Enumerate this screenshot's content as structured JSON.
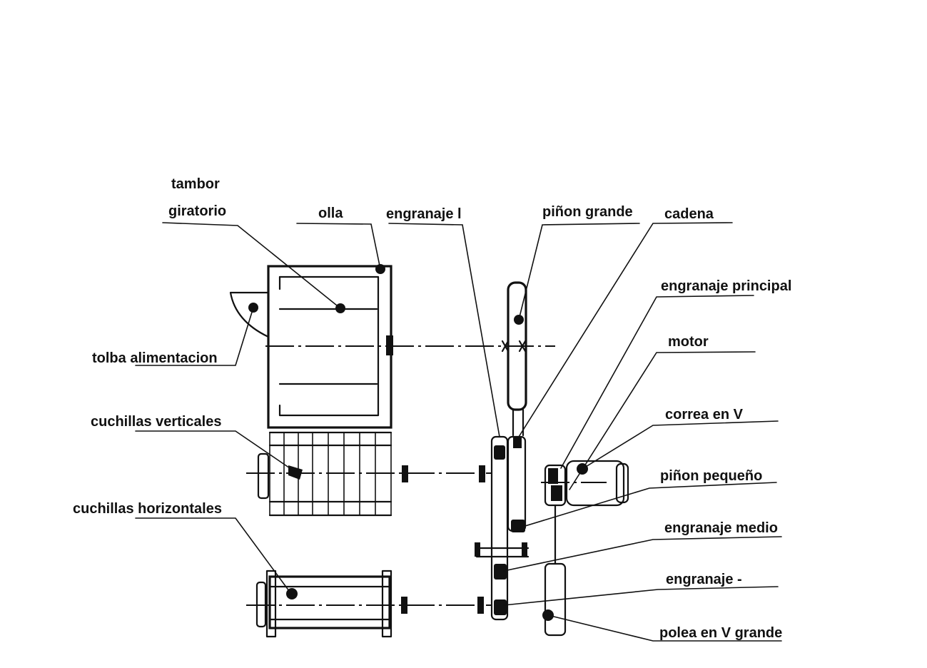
{
  "labels": {
    "tambor": "tambor",
    "giratorio": "giratorio",
    "olla": "olla",
    "engranaje_i": "engranaje l",
    "pinon_grande": "piñon grande",
    "cadena": "cadena",
    "engranaje_principal": "engranaje principal",
    "motor": "motor",
    "correa_v": "correa en V",
    "pinon_pequeno": "piñon pequeño",
    "engranaje_medio": "engranaje medio",
    "engranaje_dash": "engranaje -",
    "polea_v_grande": "polea en V grande",
    "tolba": "tolba alimentacion",
    "cuchillas_verticales": "cuchillas verticales",
    "cuchillas_horizontales": "cuchillas horizontales"
  }
}
